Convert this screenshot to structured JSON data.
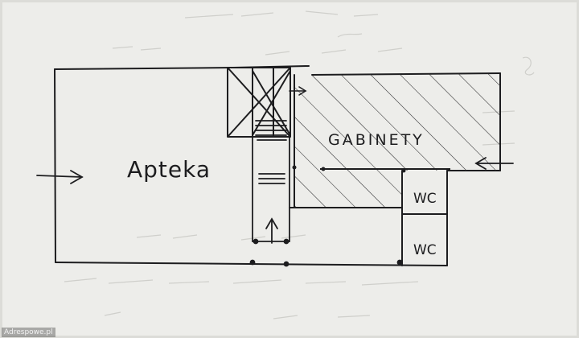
{
  "rooms": {
    "apteka": "Apteka",
    "gabinety": "Gabinety",
    "wc_upper": "WC",
    "wc_lower": "WC"
  },
  "watermark": "Adrespowe.pl",
  "colors": {
    "ink": "#1d1d1f",
    "paper": "#ededea",
    "bleed": "#c9c9c6"
  }
}
